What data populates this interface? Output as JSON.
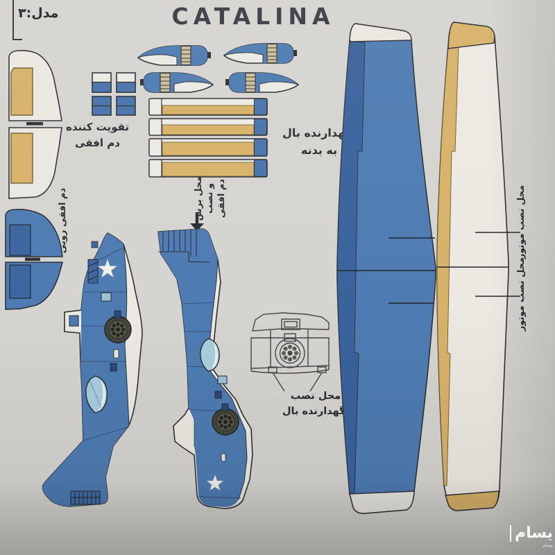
{
  "page": {
    "model_label": "مدل:۳",
    "title": "CATALINA",
    "watermark_big": "یسام",
    "watermark_small": "یسام"
  },
  "labels": {
    "tail_reinforcer": {
      "line1": "تقویت کننده",
      "line2": "دم افقی"
    },
    "wing_to_body_holder": {
      "line1": "نگهدارنده بال",
      "line2": "به بدنه"
    },
    "tail_cut_install": {
      "line1": "محل برش",
      "line2": "و نصب",
      "line3": "دم افقی"
    },
    "upper_horizontal_tail": "دم افقی رویی",
    "strut_mount": {
      "line1": "محل نصب",
      "line2": "نگهدارنده بال"
    },
    "engine_mount_upper": "محل نصب موتور",
    "engine_mount_lower": "محل نصب موتور"
  },
  "colors": {
    "background": "#d6d4d0",
    "blue": "#4e7cb2",
    "blue_dark": "#3a639c",
    "tan": "#d7b269",
    "khaki": "#cfc09a",
    "white_part": "#ebe9e3",
    "outline": "#2e3036",
    "canopy": "#a9cede",
    "engine_dark": "#45463c",
    "title_text": "#3a3e44"
  }
}
